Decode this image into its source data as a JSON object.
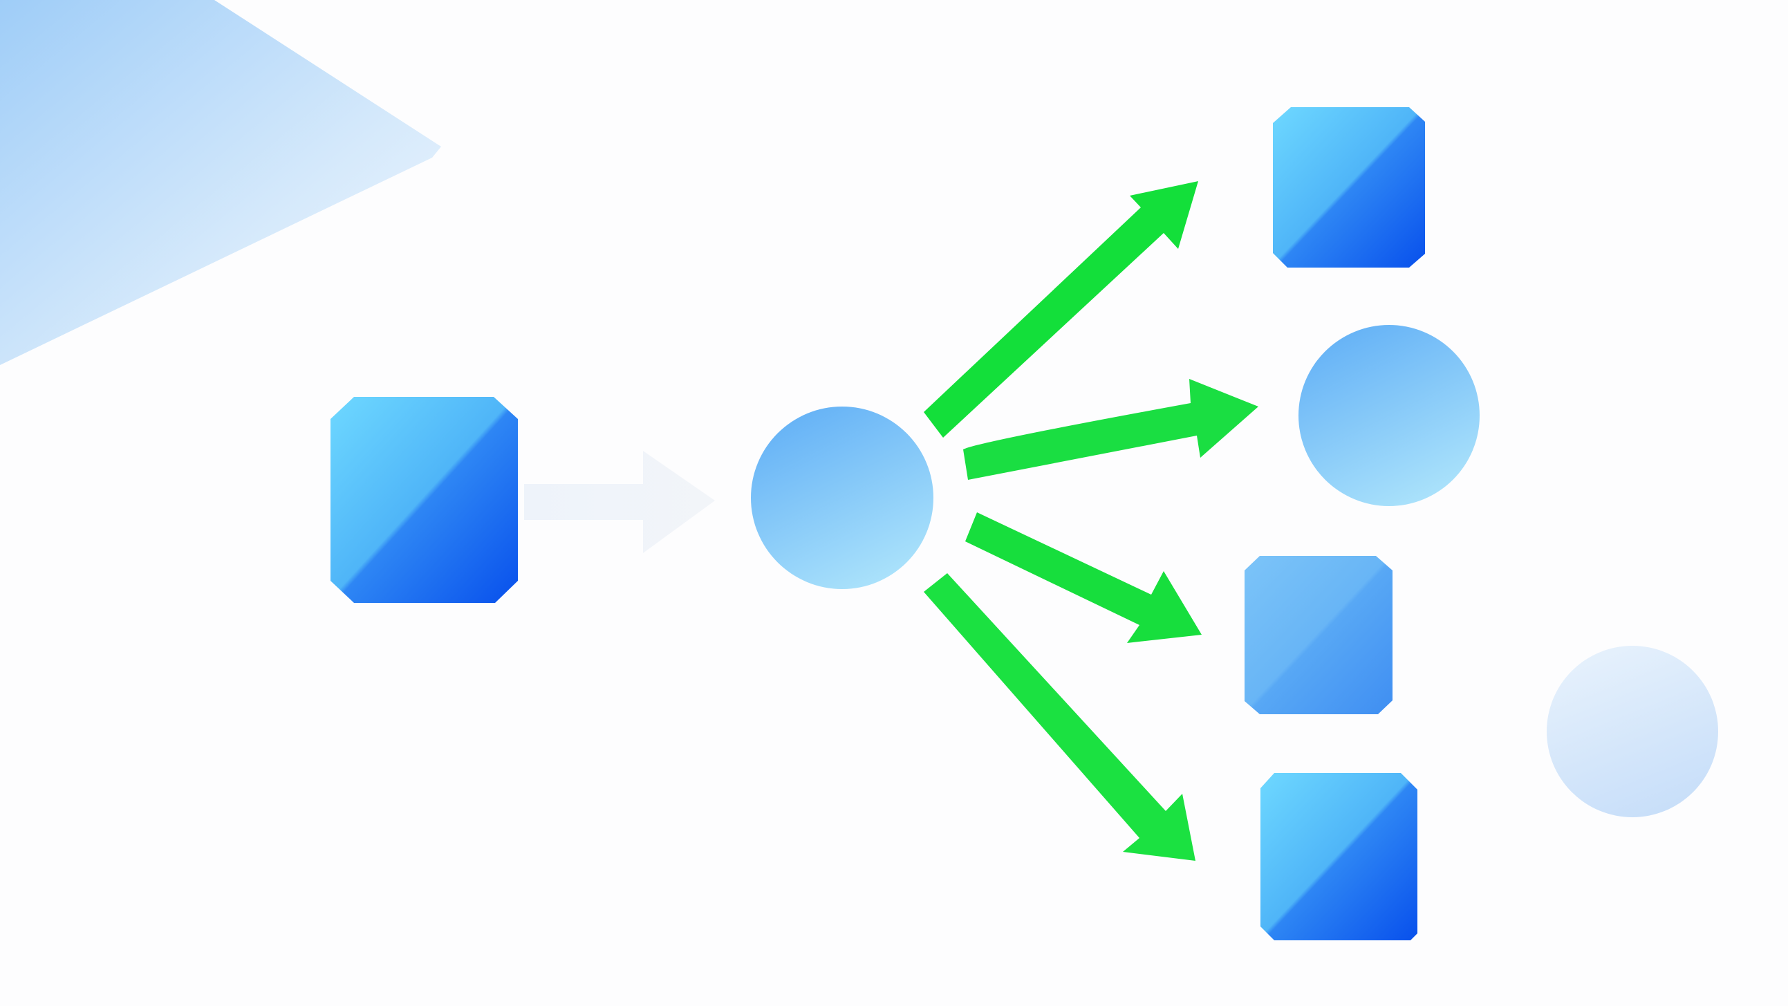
{
  "diagram": {
    "description_free": true,
    "colors": {
      "background": "#fdfdfe",
      "arrow_green": "#14e03a",
      "arrow_green_light": "#4fe26b",
      "faded_arrow": "#eef2f8",
      "square_light": "#6dd6ff",
      "square_dark": "#0a55ee",
      "circle_blue": "#6ab6f6",
      "circle_light": "#a9e1fb",
      "faint_circle": "#dbe9fb",
      "corner_shape": "#a7d2f9"
    },
    "nodes": [
      {
        "id": "source-square",
        "shape": "square",
        "style": "solid"
      },
      {
        "id": "hub-circle",
        "shape": "circle",
        "style": "solid"
      },
      {
        "id": "target-square-1",
        "shape": "square",
        "style": "solid"
      },
      {
        "id": "target-circle-2",
        "shape": "circle",
        "style": "solid"
      },
      {
        "id": "target-square-3",
        "shape": "square",
        "style": "soft"
      },
      {
        "id": "target-square-4",
        "shape": "square",
        "style": "solid"
      },
      {
        "id": "faint-circle",
        "shape": "circle",
        "style": "faded"
      }
    ],
    "edges": [
      {
        "from": "source-square",
        "to": "hub-circle",
        "style": "faded"
      },
      {
        "from": "hub-circle",
        "to": "target-square-1",
        "style": "green"
      },
      {
        "from": "hub-circle",
        "to": "target-circle-2",
        "style": "green"
      },
      {
        "from": "hub-circle",
        "to": "target-square-3",
        "style": "green"
      },
      {
        "from": "hub-circle",
        "to": "target-square-4",
        "style": "green"
      }
    ]
  }
}
